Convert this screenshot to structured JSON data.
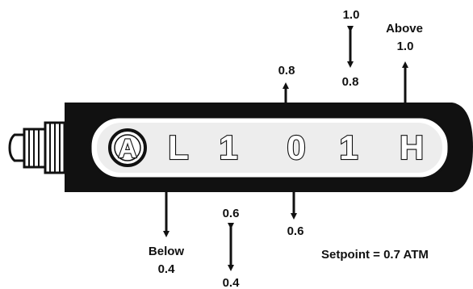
{
  "display": {
    "chars": [
      "L",
      "1",
      "0",
      "1",
      "H"
    ],
    "badge": "A"
  },
  "labels": {
    "top_one_point_zero": "1.0",
    "top_zero_point_eight": "0.8",
    "above_word": "Above",
    "above_value": "1.0",
    "point_eight_left": "0.8",
    "zero_point_six_right": "0.6",
    "zero_point_six_left": "0.6",
    "below_word": "Below",
    "below_value": "0.4",
    "zero_point_four_bottom": "0.4",
    "setpoint": "Setpoint = 0.7 ATM"
  }
}
